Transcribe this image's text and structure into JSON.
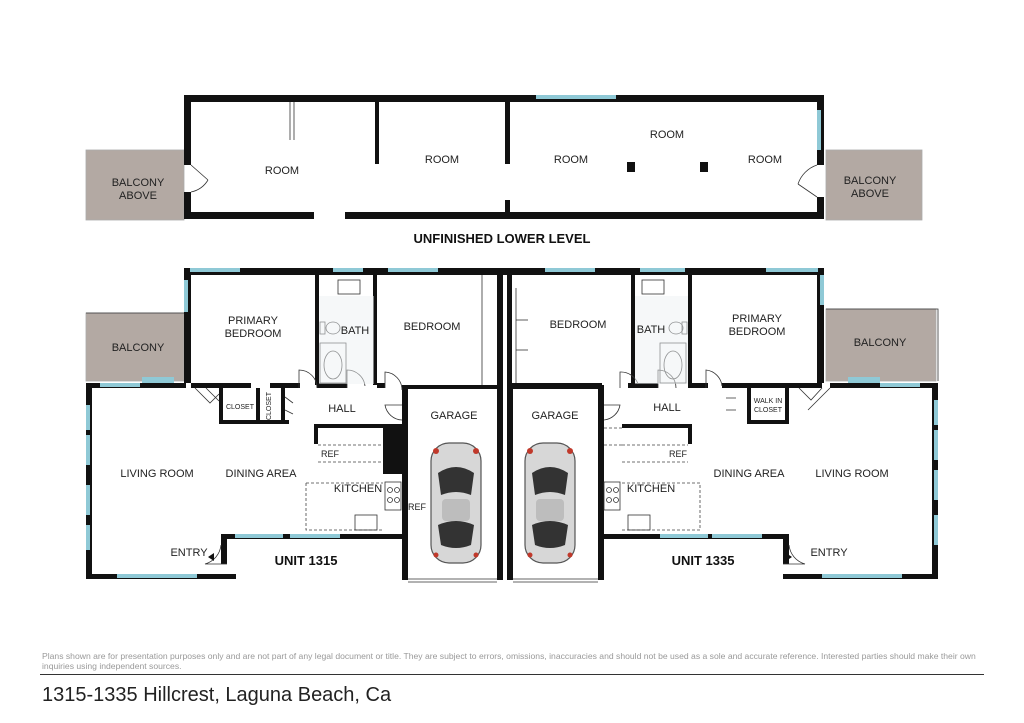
{
  "lower_level": {
    "title": "UNFINISHED LOWER LEVEL",
    "rooms": [
      "ROOM",
      "ROOM",
      "ROOM",
      "ROOM",
      "ROOM"
    ],
    "balcony_left": [
      "BALCONY",
      "ABOVE"
    ],
    "balcony_right": [
      "BALCONY",
      "ABOVE"
    ]
  },
  "unit_1315": {
    "name": "UNIT 1315",
    "primary_bedroom": [
      "PRIMARY",
      "BEDROOM"
    ],
    "bath": "BATH",
    "bedroom": "BEDROOM",
    "balcony": "BALCONY",
    "closet_1": "CLOSET",
    "closet_2": "CLOSET",
    "hall": "HALL",
    "ref": "REF",
    "ref_2": "REF",
    "living_room": "LIVING ROOM",
    "dining_area": "DINING AREA",
    "kitchen": "KITCHEN",
    "entry": "ENTRY",
    "garage": "GARAGE"
  },
  "unit_1335": {
    "name": "UNIT 1335",
    "primary_bedroom": [
      "PRIMARY",
      "BEDROOM"
    ],
    "bath": "BATH",
    "bedroom": "BEDROOM",
    "balcony": "BALCONY",
    "walk_in_closet": [
      "WALK IN",
      "CLOSET"
    ],
    "hall": "HALL",
    "ref": "REF",
    "living_room": "LIVING ROOM",
    "dining_area": "DINING AREA",
    "kitchen": "KITCHEN",
    "entry": "ENTRY",
    "garage": "GARAGE"
  },
  "footer": {
    "disclaimer": "Plans shown are for presentation purposes only and are not part of any legal document or title. They are subject to errors, omissions, inaccuracies and should not be used as a sole and accurate reference. Interested parties should make their own inquiries using independent sources.",
    "address": "1315-1335 Hillcrest, Laguna Beach, Ca"
  },
  "colors": {
    "wall": "#111111",
    "window": "#8fc9d6",
    "balcony": "#b3a9a3"
  }
}
